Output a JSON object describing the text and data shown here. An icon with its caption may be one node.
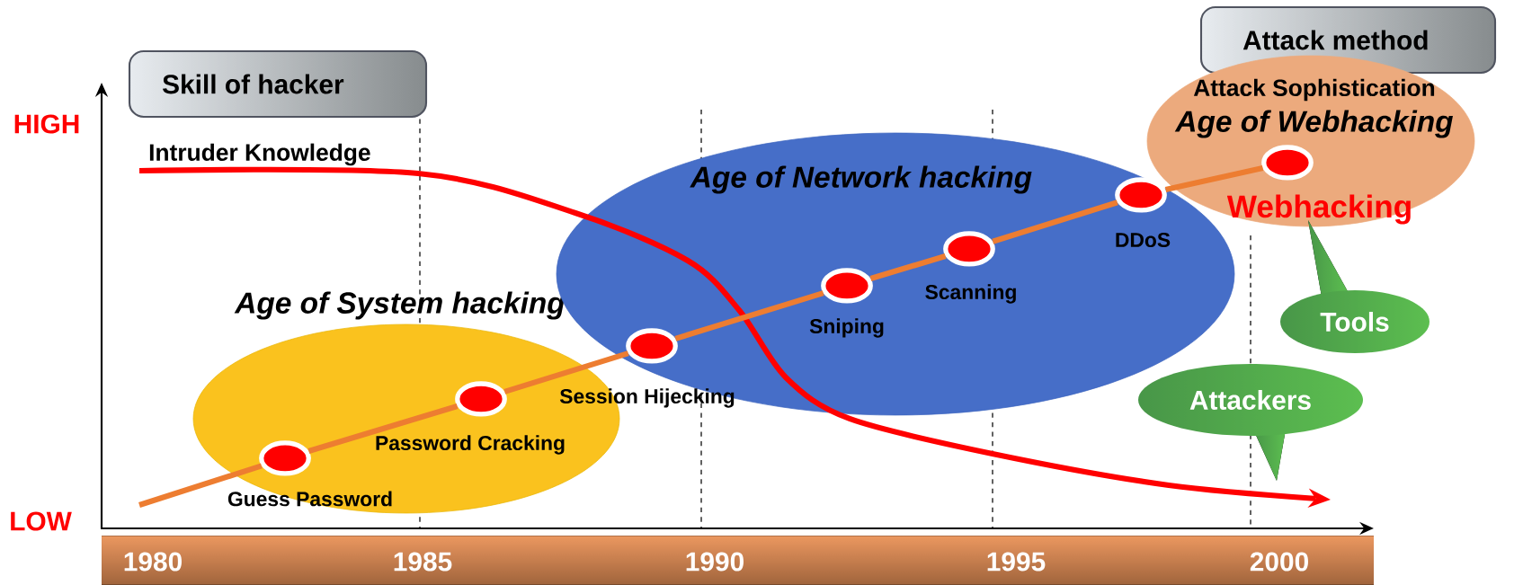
{
  "diagram": {
    "nodes": [
      {
        "text": [
          "Skill of hacker"
        ]
      },
      {
        "text": [
          "Attack method"
        ]
      },
      {
        "text": [
          "Age of System hacking"
        ]
      },
      {
        "text": [
          "Age of Network hacking"
        ]
      },
      {
        "text": [
          "Attack Sophistication",
          "Age of Webhacking"
        ]
      },
      {
        "text": [],
        "shape": "circle",
        "beside": [
          "Guess Password"
        ],
        "in": 2
      },
      {
        "text": [],
        "shape": "circle",
        "beside": [
          "Password Cracking"
        ],
        "in": 2
      },
      {
        "text": [],
        "shape": "circle",
        "beside": [
          "Session Hijecking"
        ],
        "in": 3
      },
      {
        "text": [],
        "shape": "circle",
        "beside": [
          "Sniping"
        ],
        "in": 3
      },
      {
        "text": [],
        "shape": "circle",
        "beside": [
          "Scanning"
        ],
        "in": 3
      },
      {
        "text": [],
        "shape": "circle",
        "beside": [
          "DDoS"
        ],
        "in": 3
      },
      {
        "text": [],
        "shape": "circle",
        "beside": [
          "Webhacking"
        ],
        "in": 4
      },
      {
        "text": [
          "Tools"
        ]
      },
      {
        "text": [
          "Attackers"
        ]
      }
    ],
    "edges": [
      {
        "from": null,
        "to": 5,
        "arrow": "none"
      },
      {
        "from": 5,
        "to": 6,
        "arrow": "none"
      },
      {
        "from": 6,
        "to": 7,
        "arrow": "none"
      },
      {
        "from": 7,
        "to": 8,
        "arrow": "none"
      },
      {
        "from": 8,
        "to": 9,
        "arrow": "none"
      },
      {
        "from": 9,
        "to": 10,
        "arrow": "none"
      },
      {
        "from": 10,
        "to": 11,
        "arrow": "none"
      }
    ],
    "labels": [
      "HIGH",
      "Intruder Knowledge",
      "LOW",
      "1980",
      "1985",
      "1990",
      "1995",
      "2000"
    ]
  }
}
